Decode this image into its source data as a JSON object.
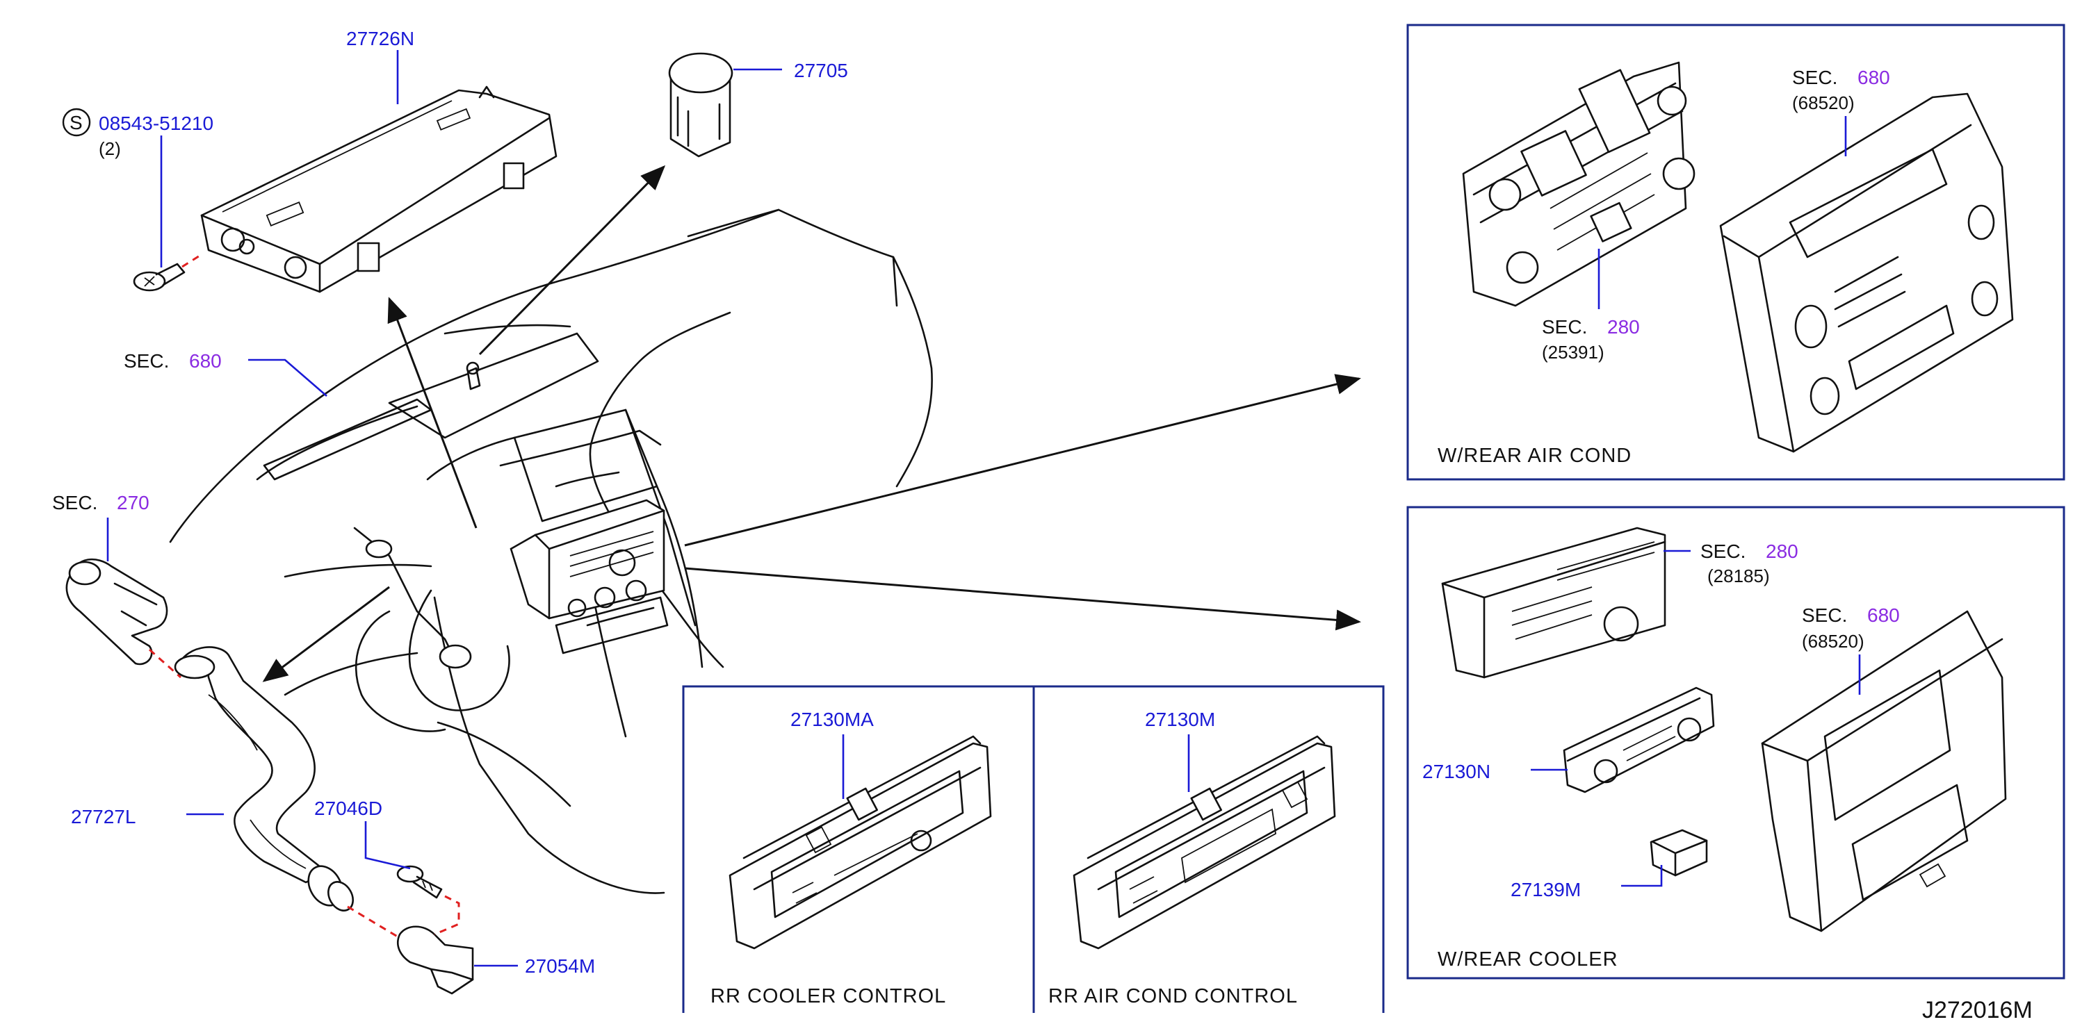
{
  "labels": {
    "p27726N": "27726N",
    "p27705": "27705",
    "p08543": "08543-51210",
    "qty2": "(2)",
    "s_letter": "S",
    "sec": "SEC.",
    "sec680": "680",
    "sec270": "270",
    "sec280": "280",
    "p27727L": "27727L",
    "p27046D": "27046D",
    "p27054M": "27054M",
    "p27130MA": "27130MA",
    "p27130M": "27130M",
    "p27130N": "27130N",
    "p27139M": "27139M",
    "ref68520a": "(68520)",
    "ref25391": "(25391)",
    "ref28185": "(28185)",
    "ref68520b": "(68520)",
    "cap_rear_air_cond": "W/REAR   AIR   COND",
    "cap_rear_cooler": "W/REAR   COOLER",
    "cap_rr_cooler": "RR   COOLER   CONTROL",
    "cap_rr_air": "RR   AIR   COND   CONTROL",
    "drawing_code": "J272016M"
  },
  "colors": {
    "part_number": "#1a1ad6",
    "section_number": "#8a2be2",
    "frame": "#1a2a8a",
    "dashed_leader": "#e02020"
  }
}
